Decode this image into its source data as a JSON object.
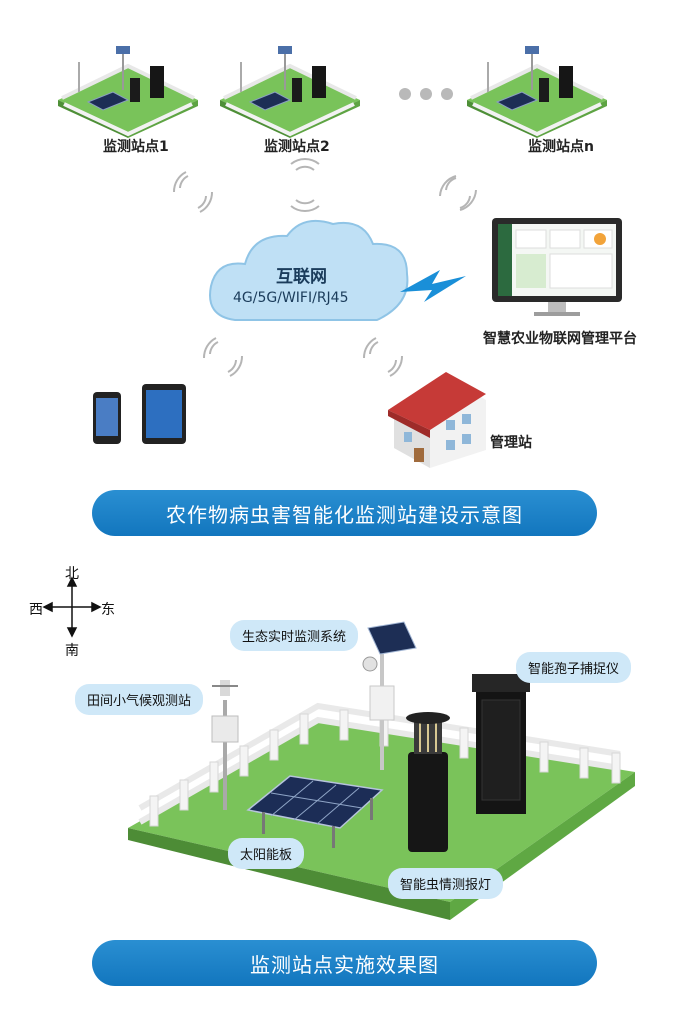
{
  "network": {
    "stations": [
      "监测站点1",
      "监测站点2",
      "监测站点n"
    ],
    "cloud_title": "互联网",
    "cloud_subtitle": "4G/5G/WIFI/RJ45",
    "platform_label": "智慧农业物联网管理平台",
    "management_label": "管理站",
    "banner": "农作物病虫害智能化监测站建设示意图"
  },
  "site": {
    "compass": {
      "north": "北",
      "south": "南",
      "west": "西",
      "east": "东"
    },
    "callouts": {
      "ecology": "生态实时监测系统",
      "spore": "智能孢子捕捉仪",
      "weather": "田间小气候观测站",
      "solar": "太阳能板",
      "insect": "智能虫情测报灯"
    },
    "banner": "监测站点实施效果图"
  },
  "colors": {
    "banner": "#1a7fc6",
    "grass": "#78c257",
    "callout": "#cfe8f8"
  }
}
